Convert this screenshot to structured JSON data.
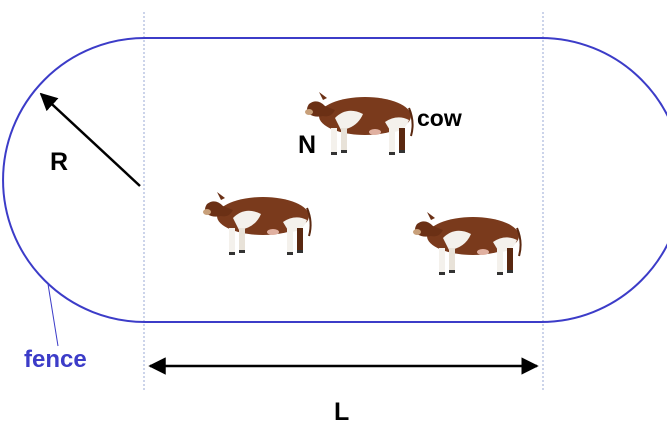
{
  "labels": {
    "radius": "R",
    "count": "N",
    "animal": "cow",
    "length": "L",
    "boundary": "fence"
  },
  "colors": {
    "fence": "#3c3cc8",
    "guide_line": "#9aaad6",
    "arrow": "#000000",
    "cow_body": "#7a3a1c",
    "cow_patch": "#ffffff"
  },
  "icons": [
    "cow-icon",
    "cow-icon",
    "cow-icon"
  ]
}
